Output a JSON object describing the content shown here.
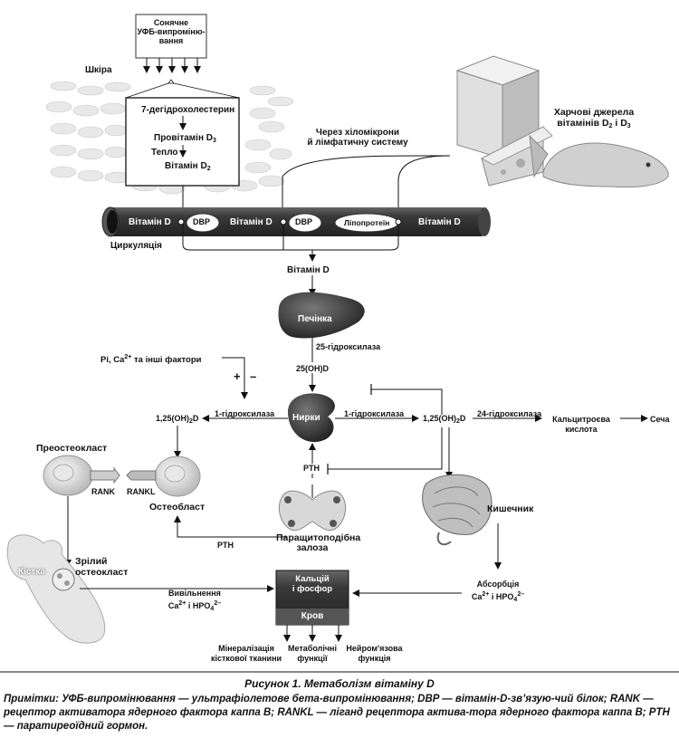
{
  "uvb_box": [
    "Сонячне",
    "УФБ-випроміню-",
    "вання"
  ],
  "skin_label": "Шкіра",
  "skin_steps": {
    "s1": "7-дегідрохолестерин",
    "s2": "Провітамін D",
    "s2_sub": "3",
    "s3": "Тепло",
    "s4": "Вітамін D",
    "s4_sub": "2"
  },
  "food": {
    "line1": "Харчові джерела",
    "line2_pre": "вітамінів D",
    "sub1": "2",
    "mid": " і D",
    "sub2": "3"
  },
  "chylomicron": [
    "Через хіломікрони",
    "й лімфатичну систему"
  ],
  "circulation": {
    "label": "Циркуляція",
    "vitd": "Вітамін D",
    "dbp": "DBP",
    "lipoprotein": "Ліпопротеїн"
  },
  "vitd_out": "Вітамін D",
  "liver": "Печінка",
  "hydroxylase25": "25-гідроксилаза",
  "ohd25": "25(OH)D",
  "factors": {
    "pre": "Pi, Ca",
    "sup": "2+",
    "post": " та інші фактори"
  },
  "plus": "+",
  "minus": "–",
  "kidneys": "Нирки",
  "hydroxylase1": "1-гідроксилаза",
  "ohd125": {
    "pre": "1,25(OH)",
    "sub": "2",
    "post": "D"
  },
  "hydroxylase24": "24-гідроксилаза",
  "calcitroic": [
    "Кальцитроєва",
    "кислота"
  ],
  "urine": "Сеча",
  "preosteoclast": "Преостеокласт",
  "rank": "RANK",
  "rankl": "RANKL",
  "osteoblast": "Остеобласт",
  "pth": "PTH",
  "parathyroid": [
    "Паращитоподібна",
    "залоза"
  ],
  "intestine": "Кишечник",
  "bone": "Кістка",
  "mature_osteoclast": [
    "Зрілий",
    "остеокласт"
  ],
  "release": {
    "line1": "Вивільнення",
    "ca": "Ca",
    "ca_sup": "2+",
    "and": " і HPO",
    "hpo_sub": "4",
    "hpo_sup": "2–"
  },
  "absorption": {
    "line1": "Абсорбція",
    "ca": "Ca",
    "ca_sup": "2+",
    "and": " і HPO",
    "hpo_sub": "4",
    "hpo_sup": "2–"
  },
  "blood_box": {
    "line1": "Кальцій",
    "line2": "і фосфор",
    "blood": "Кров"
  },
  "outputs": {
    "mineral": [
      "Мінералізація",
      "кісткової тканини"
    ],
    "metabolic": [
      "Метаболічні",
      "функції"
    ],
    "neuro": [
      "Нейром'язова",
      "функція"
    ]
  },
  "caption": "Рисунок 1. Метаболізм вітаміну D",
  "notes": "Примітки: УФБ-випромінювання — ультрафіолетове бета-випромінювання; DBP — вітамін-D-зв’язую-чий білок; RANK — рецептор активатора ядерного фактора каппа B; RANKL — ліганд рецептора актива-тора ядерного фактора каппа B; PTH — паратиреоїдний гормон."
}
